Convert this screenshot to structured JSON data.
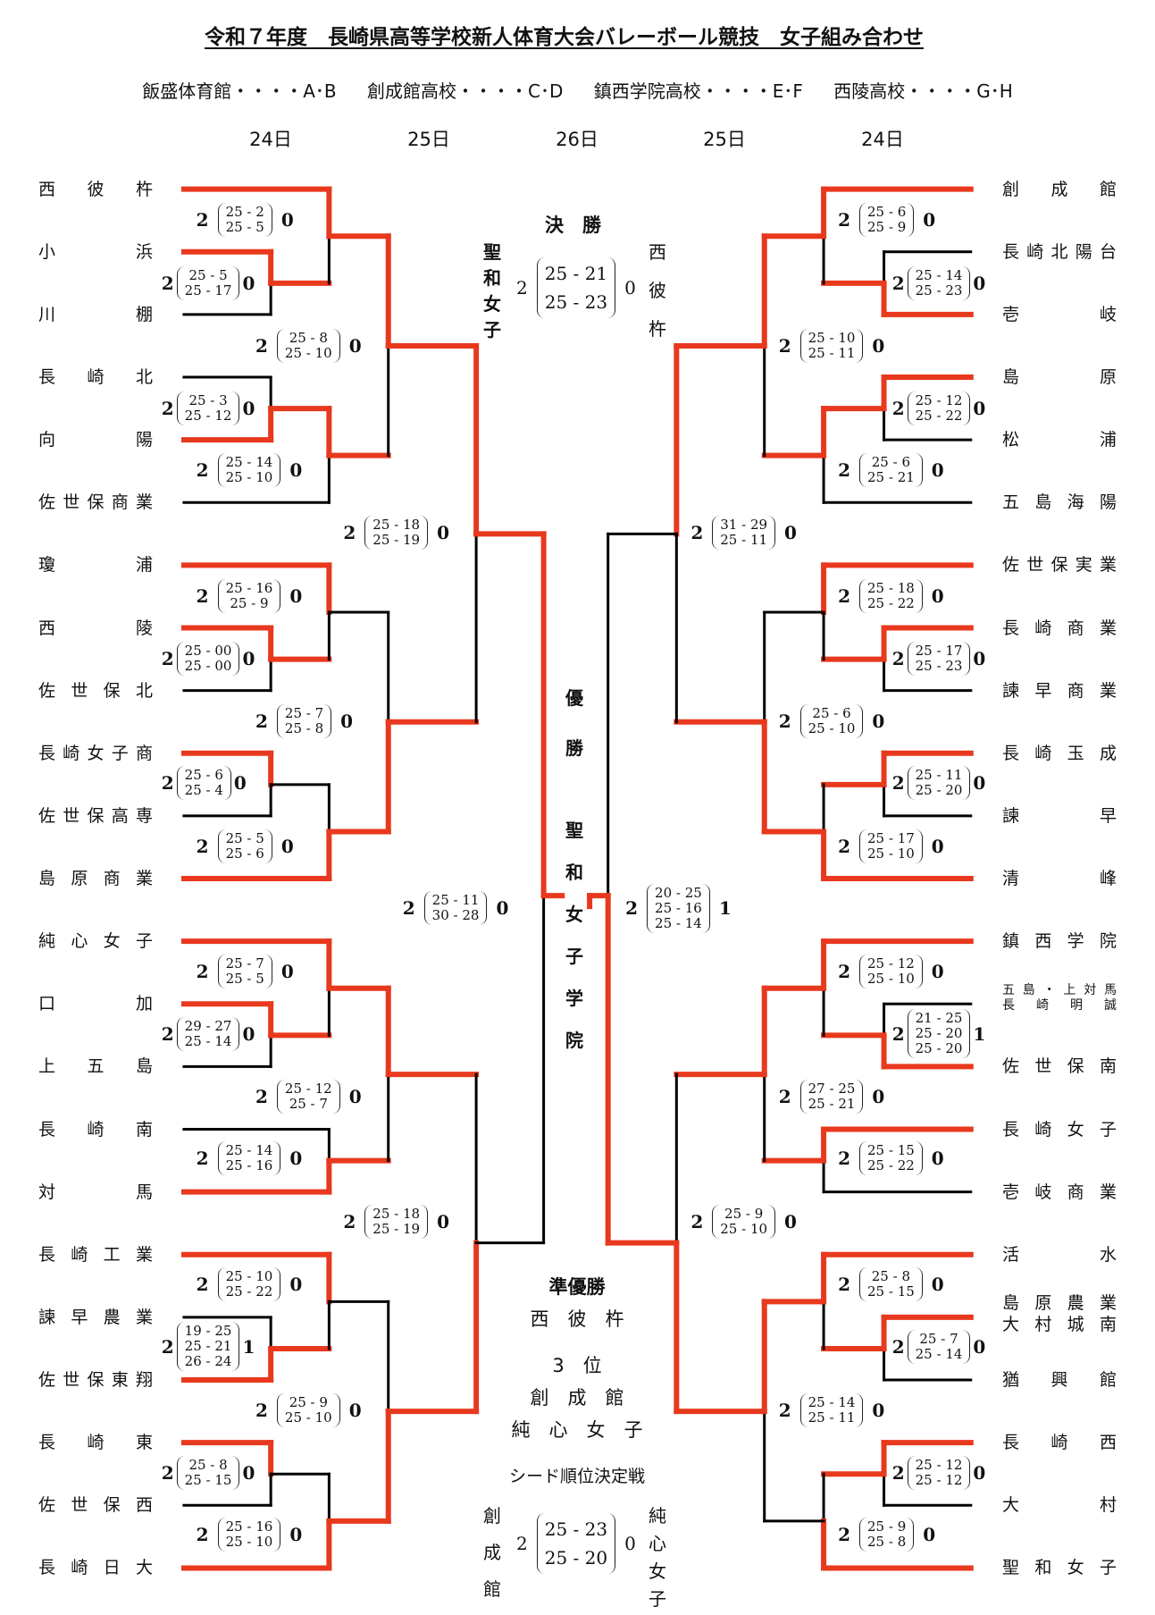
{
  "title": "令和７年度　長崎県高等学校新人体育大会バレーボール競技　女子組み合わせ",
  "venues": [
    "飯盛体育館・・・・A･B",
    "創成館高校・・・・C･D",
    "鎮西学院高校・・・・E･F",
    "西陵高校・・・・G･H"
  ],
  "days": [
    "24日",
    "25日",
    "26日",
    "25日",
    "24日"
  ],
  "left_teams": [
    "西　彼　杵",
    "小　　　浜",
    "川　　　棚",
    "長　崎　北",
    "向　　　陽",
    "佐世保商業",
    "瓊　　　浦",
    "西　　　陵",
    "佐世保北",
    "長崎女子商",
    "佐世保高専",
    "島原商業",
    "純心女子",
    "口　　　加",
    "上　五　島",
    "長　崎　南",
    "対　　　馬",
    "長崎工業",
    "諫早農業",
    "佐世保東翔",
    "長　崎　東",
    "佐世保西",
    "長崎日大"
  ],
  "right_teams": [
    "創　成　館",
    "長崎北陽台",
    "壱　　　岐",
    "島　　　原",
    "松　　　浦",
    "五島海陽",
    "佐世保実業",
    "長崎商業",
    "諫早商業",
    "長崎玉成",
    "諫　　　早",
    "清　　　峰",
    "鎮西学院",
    "五島・上対馬|長　崎　明　誠",
    "佐世保南",
    "長崎女子",
    "壱岐商業",
    "活　　　水",
    "島原農業|大村城南",
    "猶　興　館",
    "長　崎　西",
    "大　　　村",
    "聖和女子"
  ],
  "scores": {
    "L1": {
      "w": "2",
      "sets": [
        "25 - 2",
        "25 - 5"
      ],
      "l": "0"
    },
    "L2": {
      "w": "2",
      "sets": [
        "25 - 5",
        "25 - 17"
      ],
      "l": "0"
    },
    "L3": {
      "w": "2",
      "sets": [
        "25 - 8",
        "25 - 10"
      ],
      "l": "0"
    },
    "L4": {
      "w": "2",
      "sets": [
        "25 - 3",
        "25 - 12"
      ],
      "l": "0"
    },
    "L5": {
      "w": "2",
      "sets": [
        "25 - 14",
        "25 - 10"
      ],
      "l": "0"
    },
    "L6": {
      "w": "2",
      "sets": [
        "25 - 18",
        "25 - 19"
      ],
      "l": "0"
    },
    "L7": {
      "w": "2",
      "sets": [
        "25 - 16",
        "25 - 9"
      ],
      "l": "0"
    },
    "L8": {
      "w": "2",
      "sets": [
        "25 - 00",
        "25 - 00"
      ],
      "l": "0"
    },
    "L9": {
      "w": "2",
      "sets": [
        "25 - 7",
        "25 - 8"
      ],
      "l": "0"
    },
    "L10": {
      "w": "2",
      "sets": [
        "25 - 6",
        "25 - 4"
      ],
      "l": "0"
    },
    "L11": {
      "w": "2",
      "sets": [
        "25 - 5",
        "25 - 6"
      ],
      "l": "0"
    },
    "L12": {
      "w": "2",
      "sets": [
        "25 - 11",
        "30 - 28"
      ],
      "l": "0"
    },
    "L13": {
      "w": "2",
      "sets": [
        "25 - 7",
        "25 - 5"
      ],
      "l": "0"
    },
    "L14": {
      "w": "2",
      "sets": [
        "29 - 27",
        "25 - 14"
      ],
      "l": "0"
    },
    "L15": {
      "w": "2",
      "sets": [
        "25 - 12",
        "25 - 7"
      ],
      "l": "0"
    },
    "L16": {
      "w": "2",
      "sets": [
        "25 - 14",
        "25 - 16"
      ],
      "l": "0"
    },
    "L17": {
      "w": "2",
      "sets": [
        "25 - 18",
        "25 - 19"
      ],
      "l": "0"
    },
    "L18": {
      "w": "2",
      "sets": [
        "25 - 10",
        "25 - 22"
      ],
      "l": "0"
    },
    "L19": {
      "w": "2",
      "sets": [
        "19 - 25",
        "25 - 21",
        "26 - 24"
      ],
      "l": "1"
    },
    "L20": {
      "w": "2",
      "sets": [
        "25 - 9",
        "25 - 10"
      ],
      "l": "0"
    },
    "L21": {
      "w": "2",
      "sets": [
        "25 - 8",
        "25 - 15"
      ],
      "l": "0"
    },
    "L22": {
      "w": "2",
      "sets": [
        "25 - 16",
        "25 - 10"
      ],
      "l": "0"
    },
    "R1": {
      "w": "2",
      "sets": [
        "25 - 6",
        "25 - 9"
      ],
      "l": "0"
    },
    "R2": {
      "w": "2",
      "sets": [
        "25 - 14",
        "25 - 23"
      ],
      "l": "0"
    },
    "R3": {
      "w": "2",
      "sets": [
        "25 - 10",
        "25 - 11"
      ],
      "l": "0"
    },
    "R4": {
      "w": "2",
      "sets": [
        "25 - 12",
        "25 - 22"
      ],
      "l": "0"
    },
    "R5": {
      "w": "2",
      "sets": [
        "25 - 6",
        "25 - 21"
      ],
      "l": "0"
    },
    "R6": {
      "w": "2",
      "sets": [
        "31 - 29",
        "25 - 11"
      ],
      "l": "0"
    },
    "R7": {
      "w": "2",
      "sets": [
        "25 - 18",
        "25 - 22"
      ],
      "l": "0"
    },
    "R8": {
      "w": "2",
      "sets": [
        "25 - 17",
        "25 - 23"
      ],
      "l": "0"
    },
    "R9": {
      "w": "2",
      "sets": [
        "25 - 6",
        "25 - 10"
      ],
      "l": "0"
    },
    "R10": {
      "w": "2",
      "sets": [
        "25 - 11",
        "25 - 20"
      ],
      "l": "0"
    },
    "R11": {
      "w": "2",
      "sets": [
        "25 - 17",
        "25 - 10"
      ],
      "l": "0"
    },
    "R12": {
      "w": "2",
      "sets": [
        "20 - 25",
        "25 - 16",
        "25 - 14"
      ],
      "l": "1"
    },
    "R13": {
      "w": "2",
      "sets": [
        "25 - 12",
        "25 - 10"
      ],
      "l": "0"
    },
    "R14": {
      "w": "2",
      "sets": [
        "21 - 25",
        "25 - 20",
        "25 - 20"
      ],
      "l": "1"
    },
    "R15": {
      "w": "2",
      "sets": [
        "27 - 25",
        "25 - 21"
      ],
      "l": "0"
    },
    "R16": {
      "w": "2",
      "sets": [
        "25 - 15",
        "25 - 22"
      ],
      "l": "0"
    },
    "R17": {
      "w": "2",
      "sets": [
        "25 - 9",
        "25 - 10"
      ],
      "l": "0"
    },
    "R18": {
      "w": "2",
      "sets": [
        "25 - 8",
        "25 - 15"
      ],
      "l": "0"
    },
    "R19": {
      "w": "2",
      "sets": [
        "25 - 7",
        "25 - 14"
      ],
      "l": "0"
    },
    "R20": {
      "w": "2",
      "sets": [
        "25 - 14",
        "25 - 11"
      ],
      "l": "0"
    },
    "R21": {
      "w": "2",
      "sets": [
        "25 - 12",
        "25 - 12"
      ],
      "l": "0"
    },
    "R22": {
      "w": "2",
      "sets": [
        "25 - 9",
        "25 - 8"
      ],
      "l": "0"
    }
  },
  "final": {
    "label": "決　勝",
    "left_team": "聖和女子",
    "right_team": "西彼杵",
    "w": "2",
    "sets": [
      "25 - 21",
      "25 - 23"
    ],
    "l": "0"
  },
  "champion": {
    "label": "優勝",
    "team": "聖和女子学院"
  },
  "results": {
    "runner_up_label": "準優勝",
    "runner_up": "西　彼　杵",
    "third_label": "3　位",
    "third": [
      "創　成　館",
      "純　心　女　子"
    ]
  },
  "seed_match": {
    "label": "シード順位決定戦",
    "left_team": "創成館",
    "right_team": "純心女子",
    "w": "2",
    "sets": [
      "25 - 23",
      "25 - 20"
    ],
    "l": "0"
  },
  "colors": {
    "winner_line": "#e8391e",
    "loser_line": "#000000"
  }
}
